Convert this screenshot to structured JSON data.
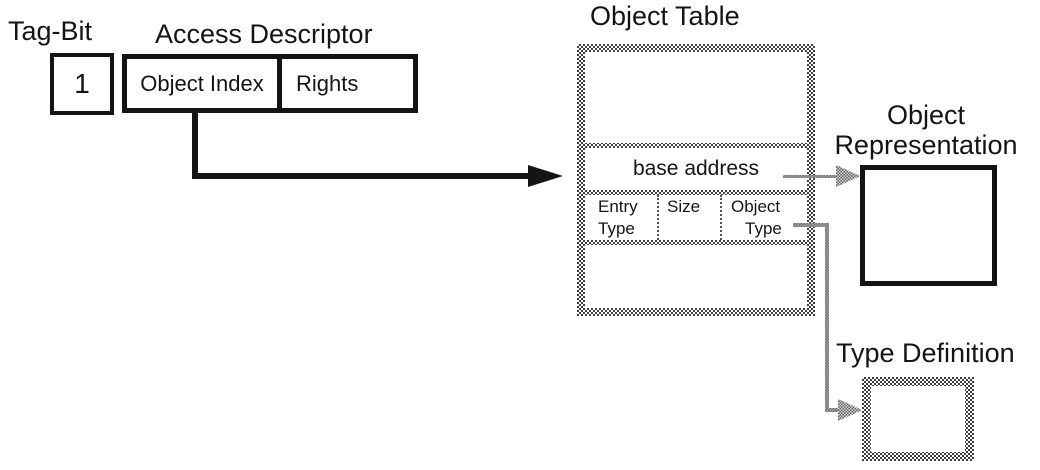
{
  "tag_bit": {
    "title": "Tag-Bit",
    "value": "1"
  },
  "access_descriptor": {
    "title": "Access Descriptor",
    "fields": [
      {
        "label": "Object Index"
      },
      {
        "label": "Rights"
      }
    ]
  },
  "object_table": {
    "title": "Object Table",
    "base_address_label": "base address",
    "entry_fields": [
      {
        "lines": [
          "Entry",
          "Type"
        ]
      },
      {
        "lines": [
          "Size"
        ]
      },
      {
        "lines": [
          "Object",
          "Type"
        ]
      }
    ]
  },
  "object_representation": {
    "title": "Object\nRepresentation"
  },
  "type_definition": {
    "title": "Type Definition"
  },
  "colors": {
    "ink": "#141414",
    "halftone_gray": "#9a9a9a",
    "arrow_gray": "#8f8f8f"
  }
}
